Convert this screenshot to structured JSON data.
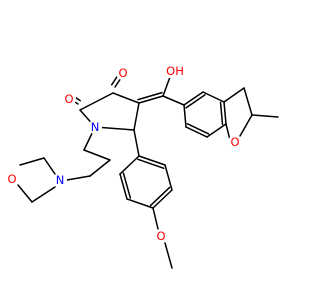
{
  "molecule": {
    "atoms": [
      {
        "id": "O_ketone",
        "label": "O"
      },
      {
        "id": "O_lactam",
        "label": "O"
      },
      {
        "id": "OH_enol",
        "label": "OH"
      },
      {
        "id": "N_ring",
        "label": "N"
      },
      {
        "id": "N_morph",
        "label": "N"
      },
      {
        "id": "O_morph",
        "label": "O"
      },
      {
        "id": "O_furan",
        "label": "O"
      },
      {
        "id": "O_methoxy",
        "label": "O"
      }
    ],
    "colors": {
      "oxygen": "#ff0000",
      "nitrogen": "#0000ff",
      "bond": "#000000"
    }
  }
}
